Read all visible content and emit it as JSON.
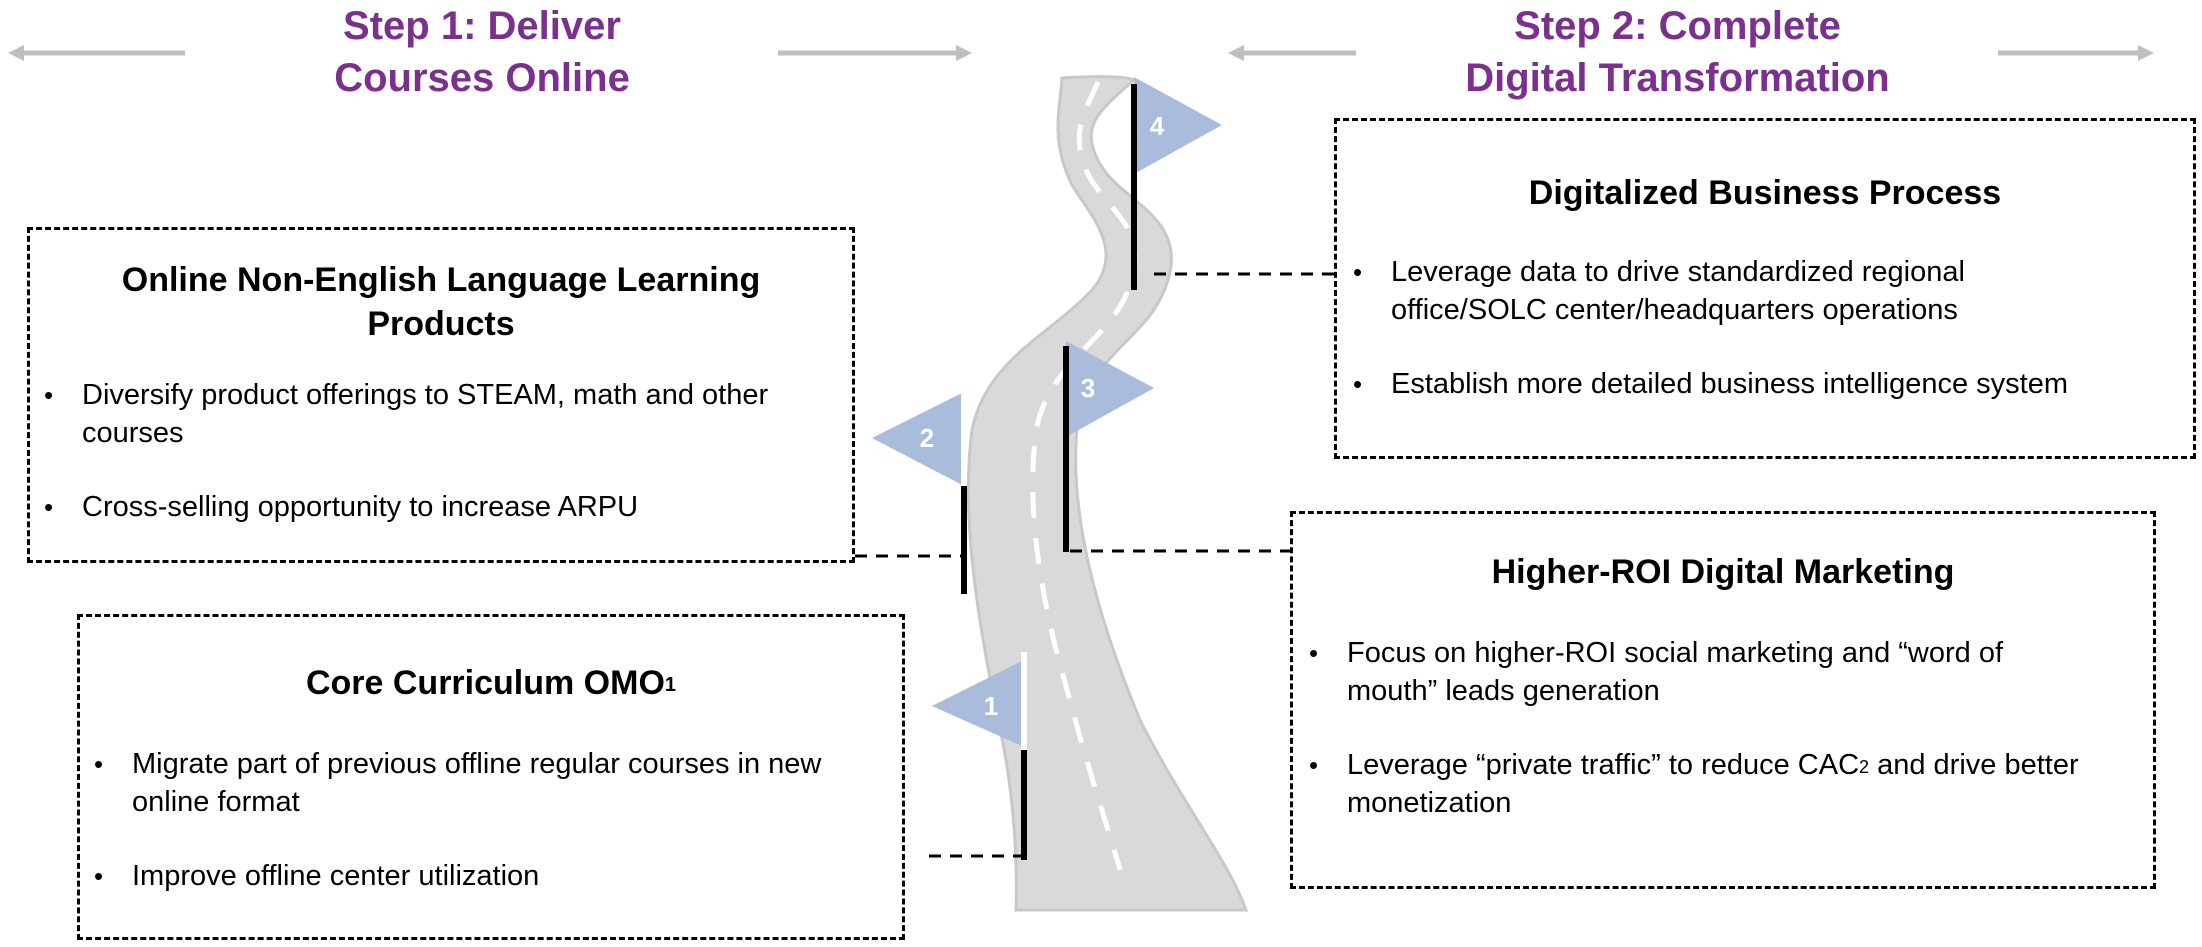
{
  "steps": [
    {
      "line1": "Step 1: Deliver",
      "line2": "Courses Online"
    },
    {
      "line1": "Step 2: Complete",
      "line2": "Digital Transformation"
    }
  ],
  "flags": [
    "1",
    "2",
    "3",
    "4"
  ],
  "boxes": {
    "language": {
      "title": "Online Non-English Language Learning Products",
      "bullets": [
        "Diversify product offerings to STEAM, math and other courses",
        "Cross-selling opportunity to increase ARPU"
      ]
    },
    "core": {
      "title": "Core Curriculum OMO",
      "title_sup": "1",
      "bullets": [
        "Migrate part of previous offline regular courses in new online format",
        "Improve offline center utilization"
      ]
    },
    "process": {
      "title": "Digitalized Business Process",
      "bullets": [
        "Leverage data to drive standardized regional office/SOLC center/headquarters operations",
        "Establish more detailed business intelligence system"
      ]
    },
    "marketing": {
      "title": "Higher-ROI Digital Marketing",
      "bullets": [
        "Focus on higher-ROI social marketing and “word of mouth” leads generation"
      ],
      "bullet2_pre": "Leverage “private traffic” to reduce CAC",
      "bullet2_sup": "2",
      "bullet2_post": " and drive better monetization"
    }
  },
  "colors": {
    "title": "#7B2F8F",
    "arrow": "#BFBFBF",
    "road": "#D9D9D9",
    "road_edge": "#C8C8C8",
    "flag": "#A9BCDB",
    "pole": "#000000",
    "lane": "#FFFFFF"
  },
  "icons": [
    "arrow-left-icon",
    "arrow-right-icon",
    "road-icon",
    "flag-icon"
  ]
}
